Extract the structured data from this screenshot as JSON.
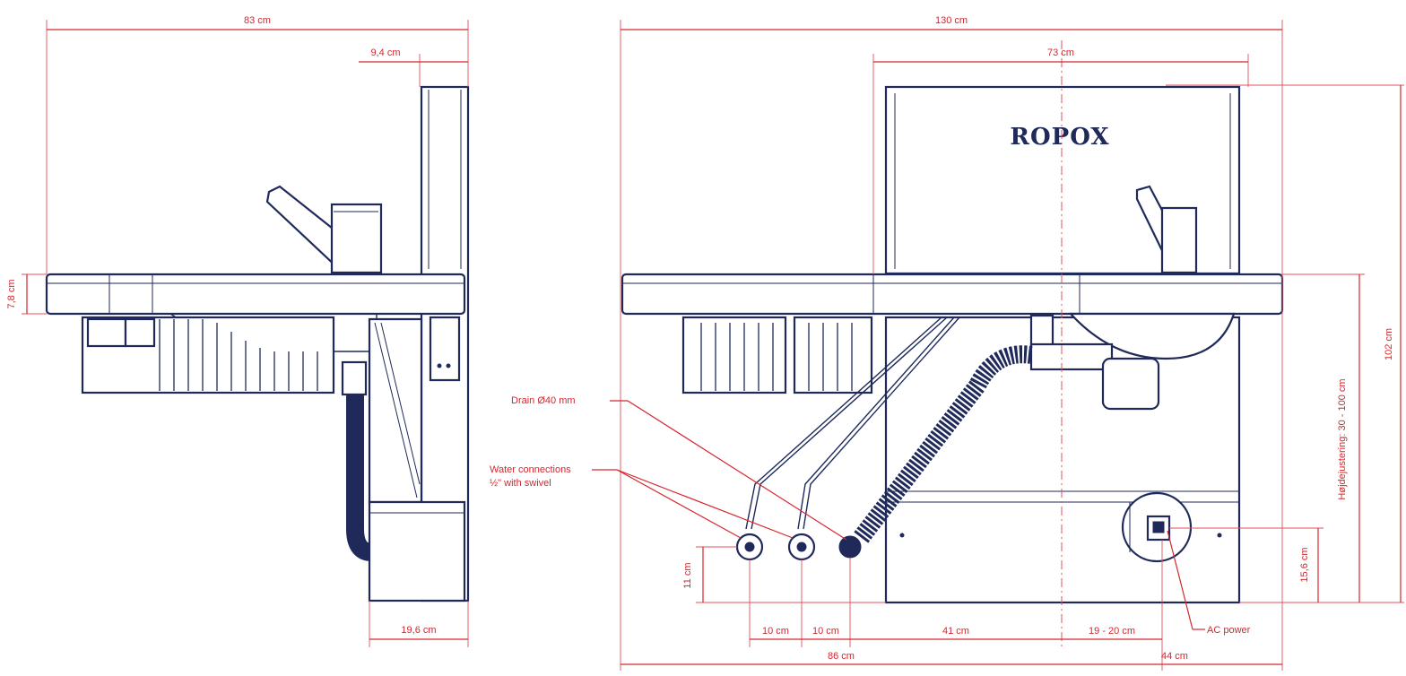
{
  "brand": "ROPOX",
  "side_view": {
    "width_total": "83 cm",
    "wall_depth": "9,4 cm",
    "top_thickness": "7,8 cm",
    "cabinet_depth": "19,6 cm"
  },
  "front_view": {
    "width_total": "130 cm",
    "cabinet_width": "73 cm",
    "total_height": "102 cm",
    "height_adjust": "Højdejustering: 30 - 100 cm",
    "socket_height": "15,6 cm",
    "pipe_height": "11 cm",
    "pipe_spacing_1": "10 cm",
    "pipe_spacing_2": "10 cm",
    "drain_to_center": "41 cm",
    "center_to_socket": "19 - 20 cm",
    "left_to_center": "86 cm",
    "center_to_right": "44 cm"
  },
  "callouts": {
    "drain": "Drain Ø40 mm",
    "water_line1": "Water connections",
    "water_line2": "½\" with swivel",
    "ac_power": "AC power"
  }
}
